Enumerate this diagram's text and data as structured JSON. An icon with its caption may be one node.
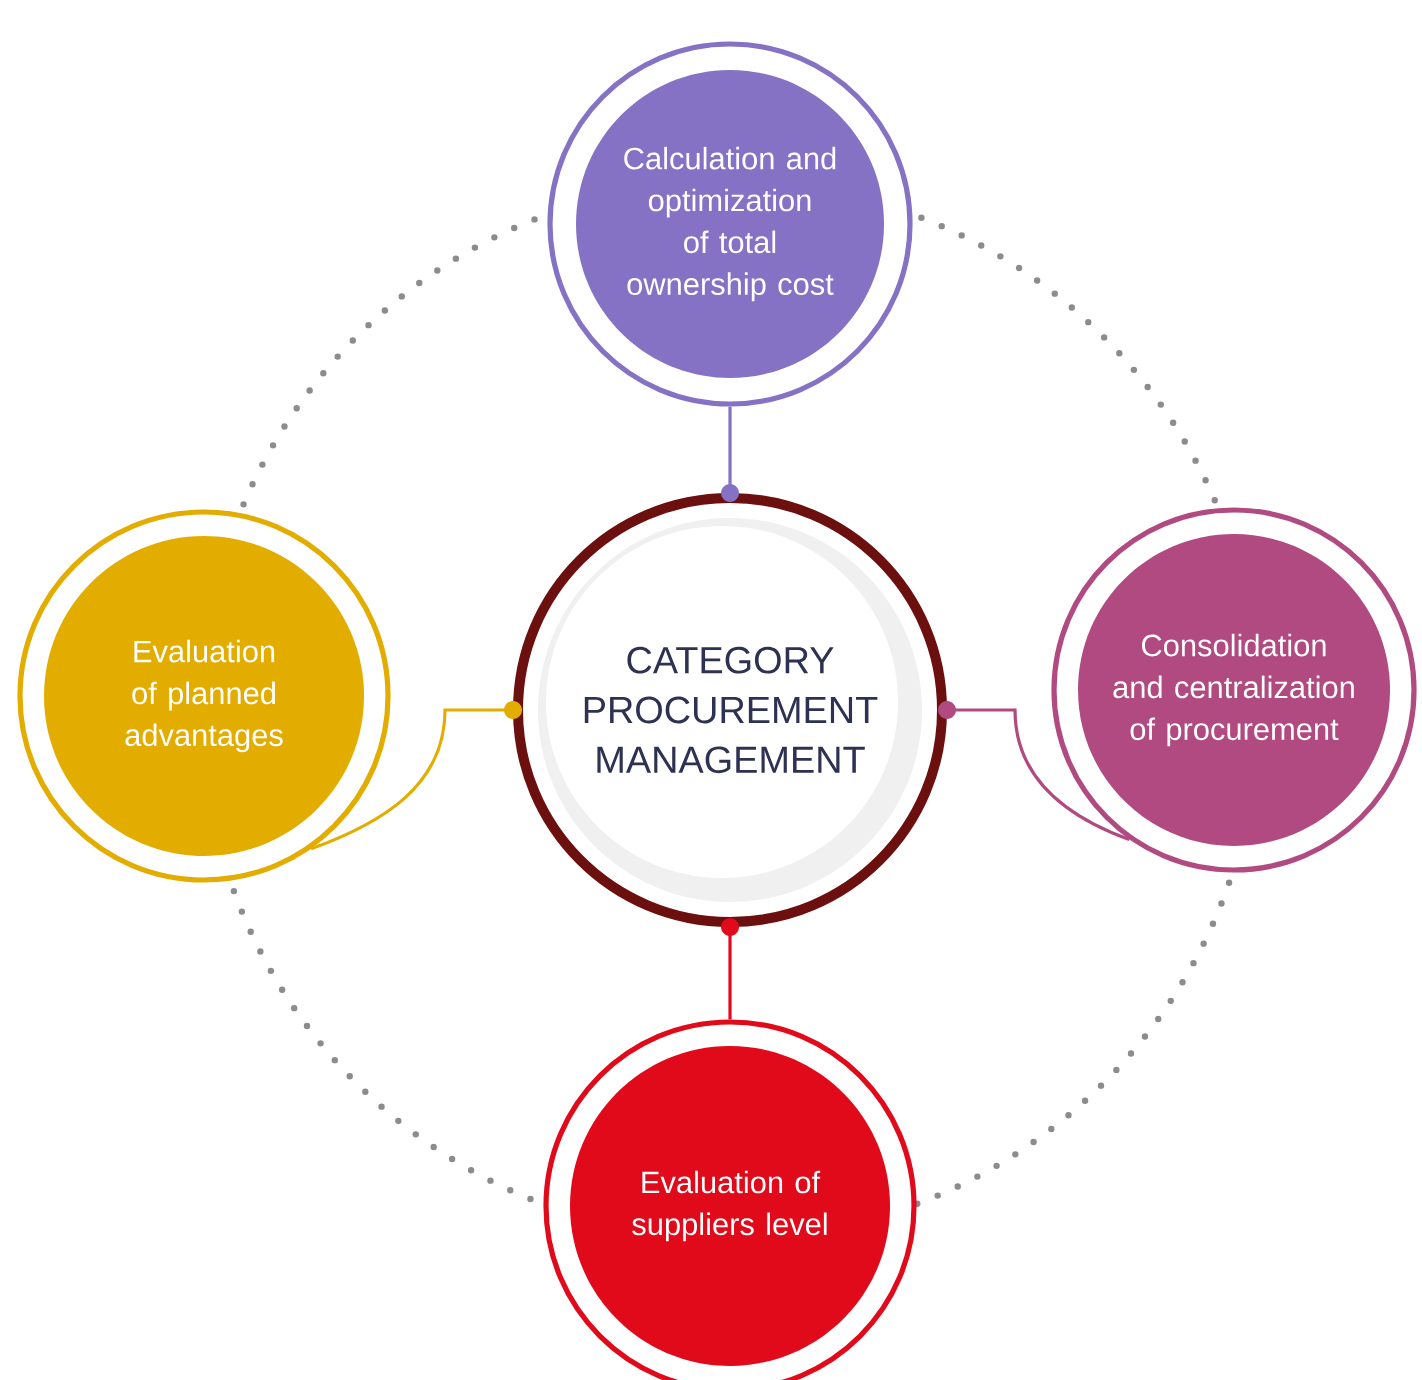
{
  "diagram": {
    "nodes": [
      {
        "text": [
          "CATEGORY PROCUREMENT MANAGEMENT"
        ]
      },
      {
        "text": [
          "Calculation and optimization of total ownership cost"
        ]
      },
      {
        "text": [
          "Consolidation and centralization of procurement"
        ]
      },
      {
        "text": [
          "Evaluation of suppliers level"
        ]
      },
      {
        "text": [
          "Evaluation of planned advantages"
        ]
      }
    ],
    "edges": [
      {
        "from": 0,
        "to": 1,
        "arrow": "other",
        "color": "#8672c4"
      },
      {
        "from": 0,
        "to": 2,
        "arrow": "other",
        "color": "#b04a80"
      },
      {
        "from": 0,
        "to": 3,
        "arrow": "other",
        "color": "#e00a1a"
      },
      {
        "from": 0,
        "to": 4,
        "arrow": "other",
        "color": "#e3ad00"
      }
    ]
  }
}
